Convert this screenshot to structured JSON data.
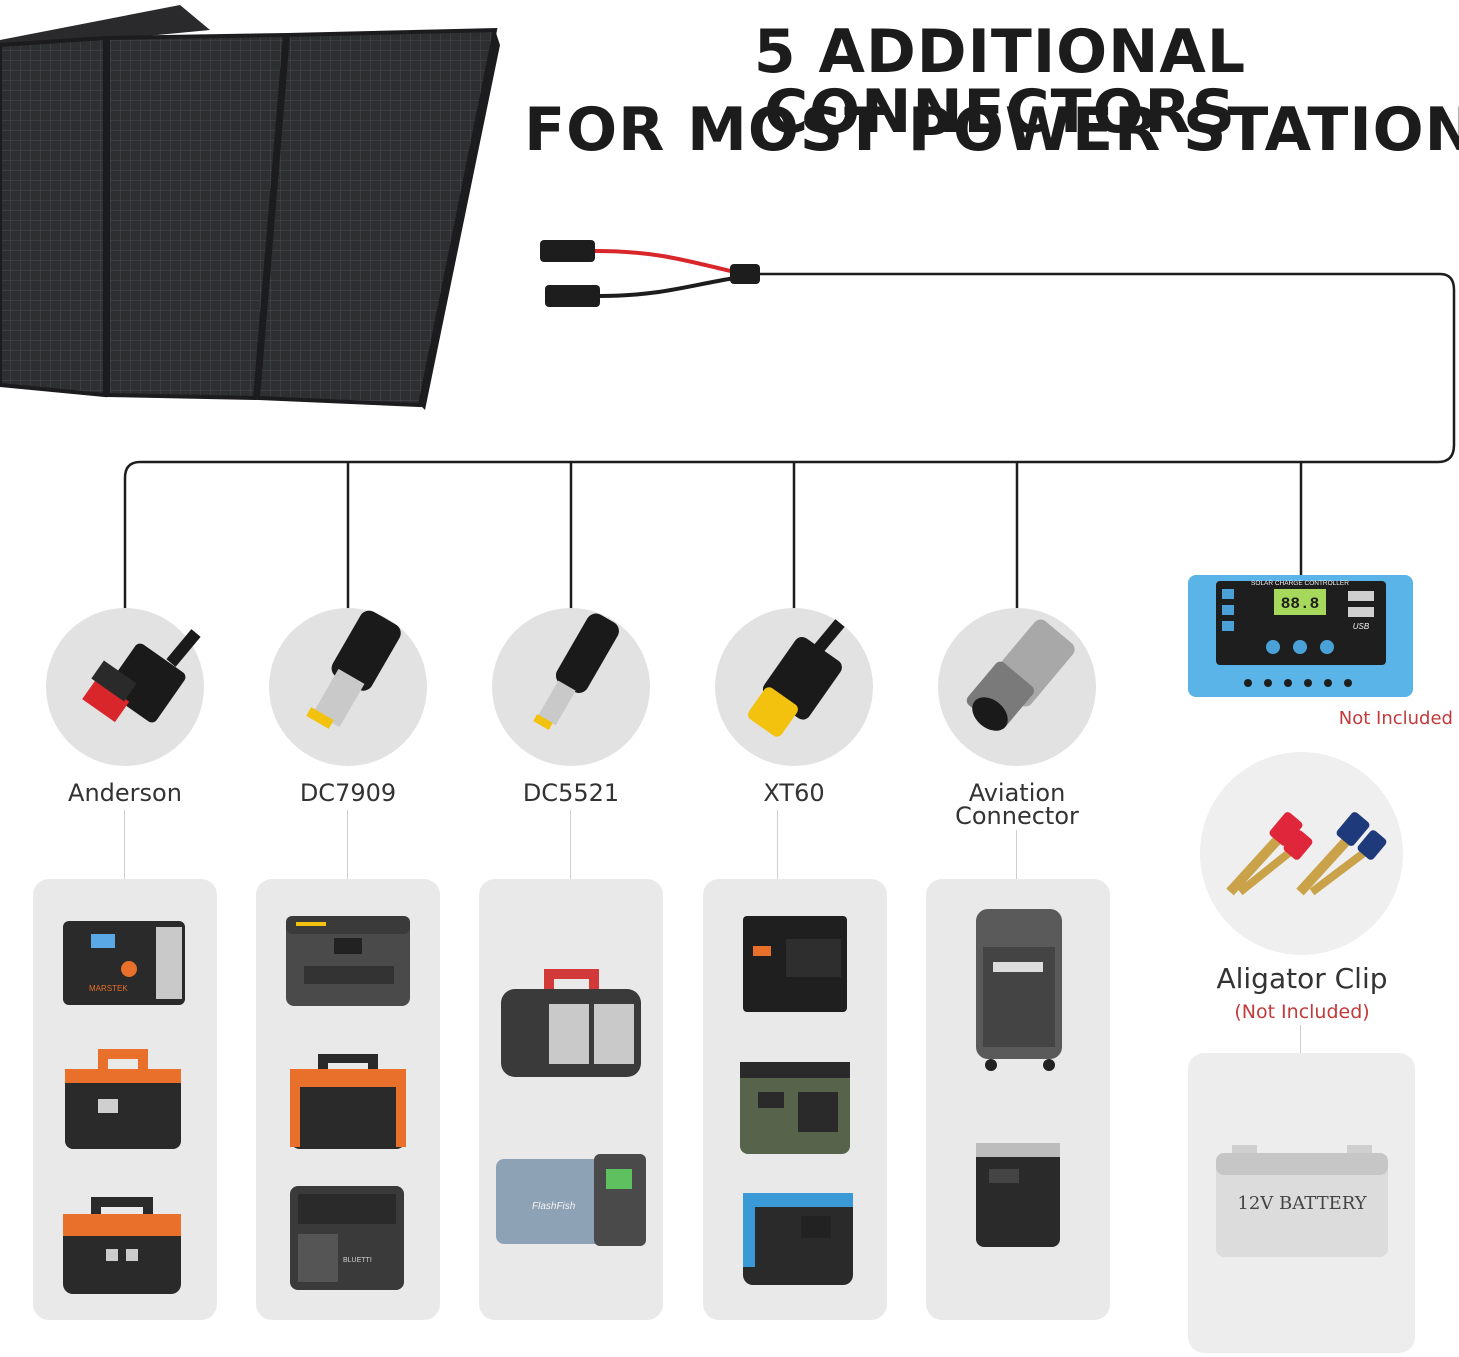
{
  "headline": {
    "line1": "5 ADDITIONAL CONNECTORS",
    "line2": "FOR MOST POWER STATION"
  },
  "connectors": [
    {
      "label": "Anderson",
      "icon": "anderson-connector-icon"
    },
    {
      "label": "DC7909",
      "icon": "dc7909-connector-icon"
    },
    {
      "label": "DC5521",
      "icon": "dc5521-connector-icon"
    },
    {
      "label": "XT60",
      "icon": "xt60-connector-icon"
    },
    {
      "label_line1": "Aviation",
      "label_line2": "Connector",
      "icon": "aviation-connector-icon"
    }
  ],
  "controller": {
    "panel_title": "SOLAR CHARGE CONTROLLER",
    "display": "88.8",
    "usb_label": "USB",
    "not_included": "Not Included"
  },
  "clip": {
    "label": "Aligator Clip",
    "note": "(Not Included)"
  },
  "battery": {
    "label": "12V BATTERY"
  },
  "device_brands": {
    "marstek": "MARSTEK",
    "flashfish": "FlashFish",
    "bluetti": "BLUETTI"
  },
  "colors": {
    "cable_red": "#d8262a",
    "connector_yellow": "#f2c20e",
    "controller_blue": "#5ab4e8",
    "not_included_red": "#c23a3a",
    "card_gray": "#e9e9e9"
  }
}
